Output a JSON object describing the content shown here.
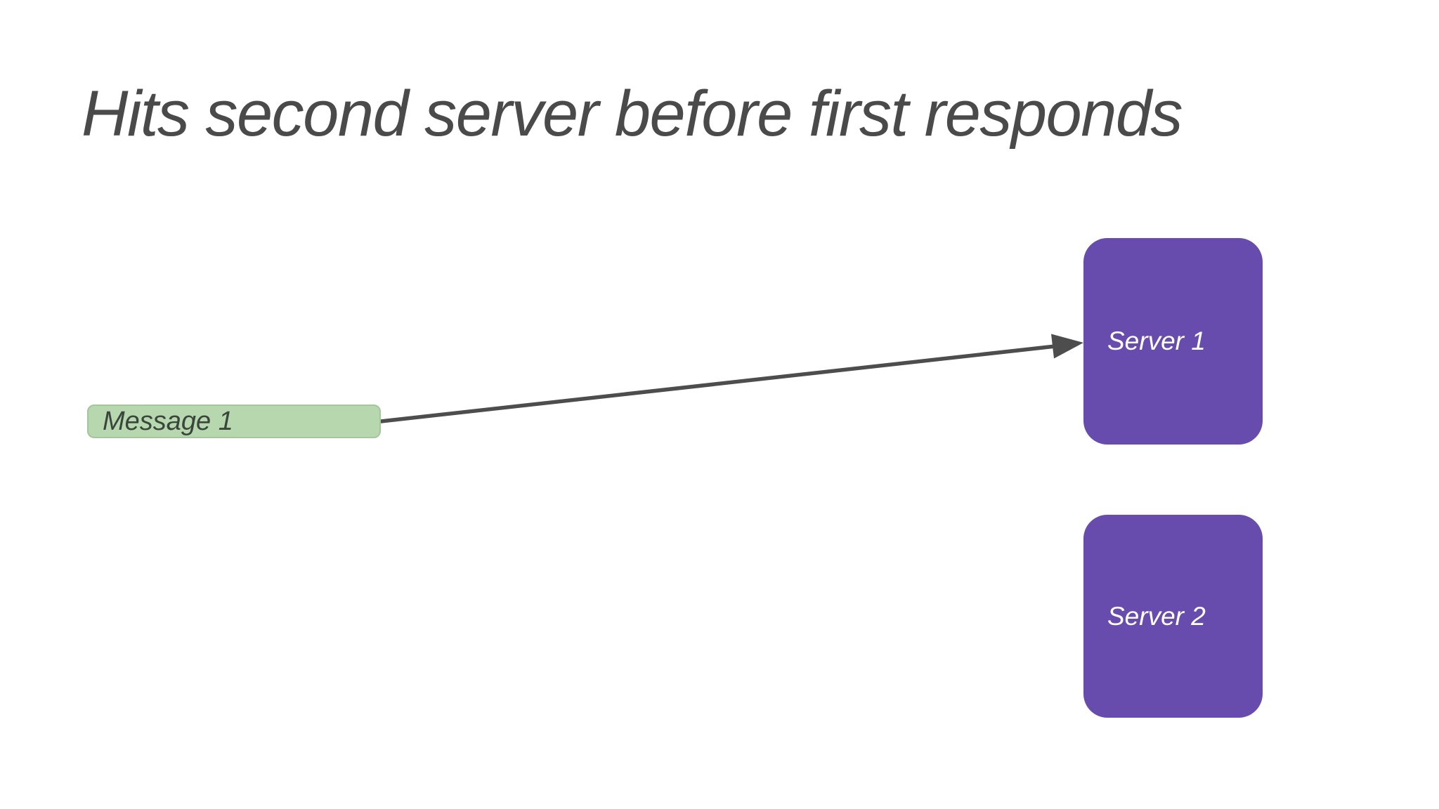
{
  "slide": {
    "title": "Hits second server before first responds"
  },
  "diagram": {
    "message": {
      "label": "Message 1"
    },
    "servers": [
      {
        "label": "Server 1"
      },
      {
        "label": "Server 2"
      }
    ],
    "arrow": {
      "from": "Message 1",
      "to": "Server 1"
    }
  },
  "colors": {
    "background": "#ffffff",
    "title_text": "#4a4a4a",
    "arrow": "#4d4d4d",
    "server_fill": "#684cad",
    "server_text": "#ffffff",
    "message_fill": "#b7d7ae",
    "message_border": "#a3c79a",
    "message_text": "#3a463c"
  }
}
